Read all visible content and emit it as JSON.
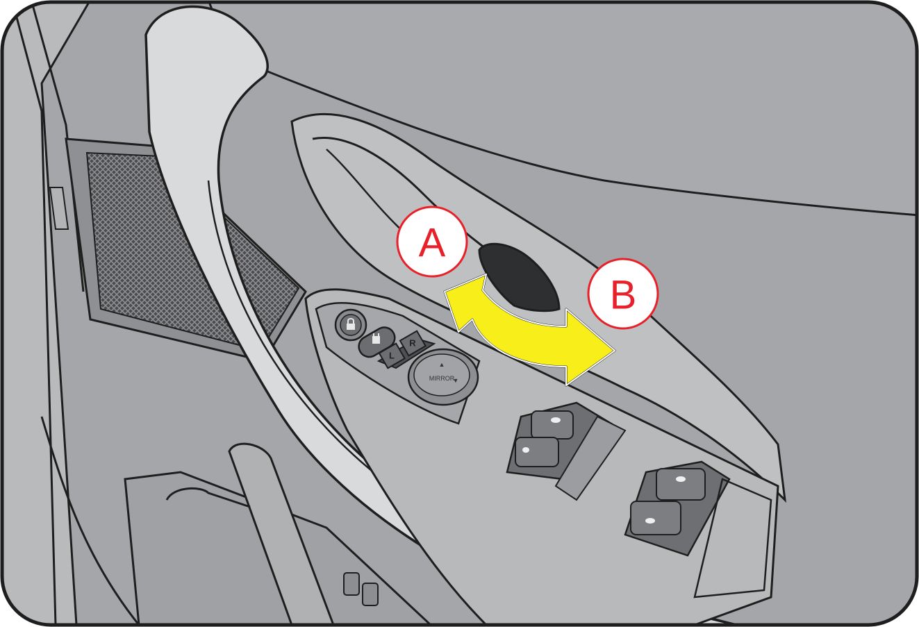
{
  "labels": {
    "a": "A",
    "b": "B"
  },
  "switches": {
    "left_mirror": "L",
    "right_mirror": "R",
    "mirror_pad": "MIRROR"
  },
  "colors": {
    "arrow": "#f7ee1a",
    "label_text": "#e8202a",
    "panel": "#a5a6a9",
    "trim": "#d9dadb",
    "outline": "#1e1e1e"
  },
  "icons": [
    "door-lock-icon",
    "window-lock-icon",
    "double-headed-arrow-icon"
  ]
}
